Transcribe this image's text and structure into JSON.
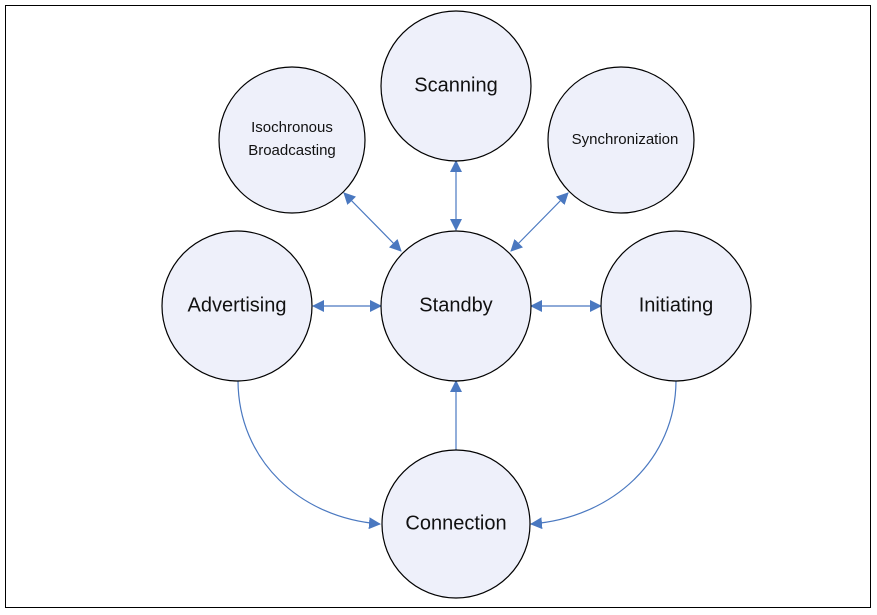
{
  "diagram": {
    "nodes": [
      {
        "id": "standby",
        "label": "Standby"
      },
      {
        "id": "scanning",
        "label": "Scanning"
      },
      {
        "id": "isochronous",
        "label_lines": [
          "Isochronous",
          "Broadcasting"
        ]
      },
      {
        "id": "synchronization",
        "label": "Synchronization"
      },
      {
        "id": "advertising",
        "label": "Advertising"
      },
      {
        "id": "initiating",
        "label": "Initiating"
      },
      {
        "id": "connection",
        "label": "Connection"
      }
    ],
    "edges": [
      {
        "from": "standby",
        "to": "scanning",
        "direction": "both"
      },
      {
        "from": "standby",
        "to": "isochronous",
        "direction": "both"
      },
      {
        "from": "standby",
        "to": "synchronization",
        "direction": "both"
      },
      {
        "from": "standby",
        "to": "advertising",
        "direction": "both"
      },
      {
        "from": "standby",
        "to": "initiating",
        "direction": "both"
      },
      {
        "from": "connection",
        "to": "standby",
        "direction": "forward"
      },
      {
        "from": "advertising",
        "to": "connection",
        "direction": "forward"
      },
      {
        "from": "initiating",
        "to": "connection",
        "direction": "forward"
      }
    ],
    "colors": {
      "arrow": "#4a78c0",
      "node_fill": "#eef0fa",
      "node_stroke": "#000000"
    }
  }
}
